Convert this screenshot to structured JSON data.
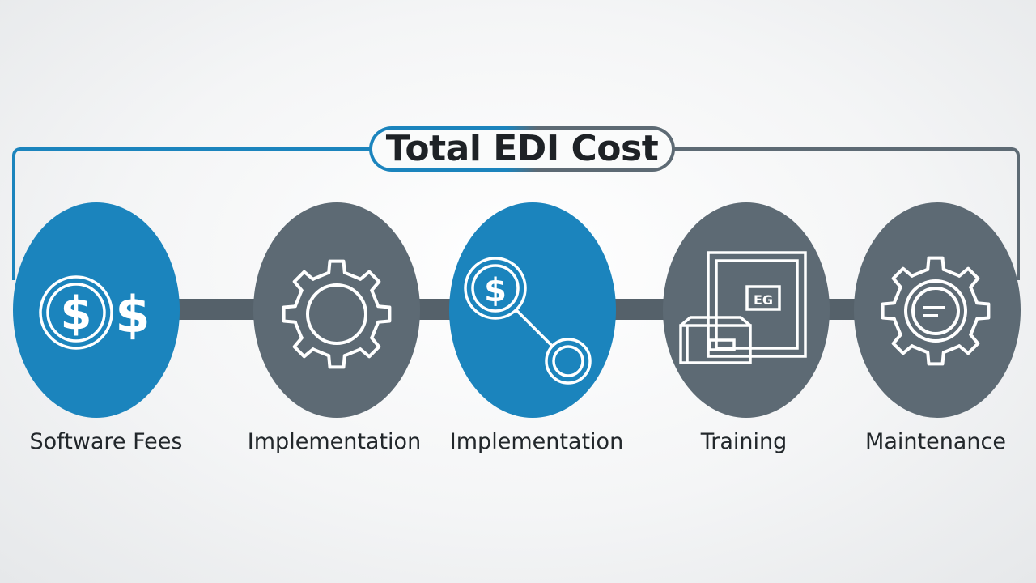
{
  "title": "Total EDI Cost",
  "colors": {
    "blue": "#1b84bd",
    "gray": "#5d6a74",
    "connector": "#55616a",
    "text": "#22272b"
  },
  "components": [
    {
      "label": "Software Fees",
      "icon": "dollar-coins-icon",
      "color": "blue"
    },
    {
      "label": "Implementation",
      "icon": "gear-icon",
      "color": "gray"
    },
    {
      "label": "Implementation",
      "icon": "dollar-link-icon",
      "color": "blue"
    },
    {
      "label": "Training",
      "icon": "training-boxes-icon",
      "color": "gray"
    },
    {
      "label": "Maintenance",
      "icon": "maintenance-gear-icon",
      "color": "gray"
    }
  ]
}
